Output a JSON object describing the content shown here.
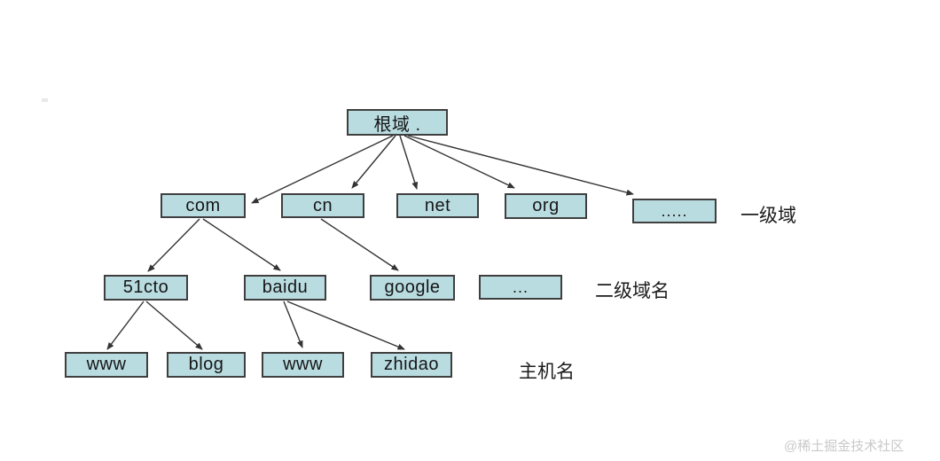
{
  "diagram": {
    "description": "DNS domain name hierarchy tree",
    "nodes": {
      "root": {
        "label": "根域 ."
      },
      "com": {
        "label": "com"
      },
      "cn": {
        "label": "cn"
      },
      "net": {
        "label": "net"
      },
      "org": {
        "label": "org"
      },
      "tld_more": {
        "label": "....."
      },
      "cto51": {
        "label": "51cto"
      },
      "baidu": {
        "label": "baidu"
      },
      "google": {
        "label": "google"
      },
      "sld_more": {
        "label": "..."
      },
      "www1": {
        "label": "www"
      },
      "blog": {
        "label": "blog"
      },
      "www2": {
        "label": "www"
      },
      "zhidao": {
        "label": "zhidao"
      }
    },
    "edges": [
      [
        "root",
        "com"
      ],
      [
        "root",
        "cn"
      ],
      [
        "root",
        "net"
      ],
      [
        "root",
        "org"
      ],
      [
        "root",
        "tld_more"
      ],
      [
        "com",
        "cto51"
      ],
      [
        "com",
        "baidu"
      ],
      [
        "cn",
        "google"
      ],
      [
        "cto51",
        "www1"
      ],
      [
        "cto51",
        "blog"
      ],
      [
        "baidu",
        "www2"
      ],
      [
        "baidu",
        "zhidao"
      ]
    ],
    "level_labels": {
      "tld": "一级域",
      "sld": "二级域名",
      "host": "主机名"
    },
    "colors": {
      "node_fill": "#b9dce1",
      "node_border": "#3f3f3f",
      "arrow": "#333333",
      "watermark": "#c9c9c9",
      "background": "#ffffff"
    },
    "watermark": "@稀土掘金技术社区"
  }
}
